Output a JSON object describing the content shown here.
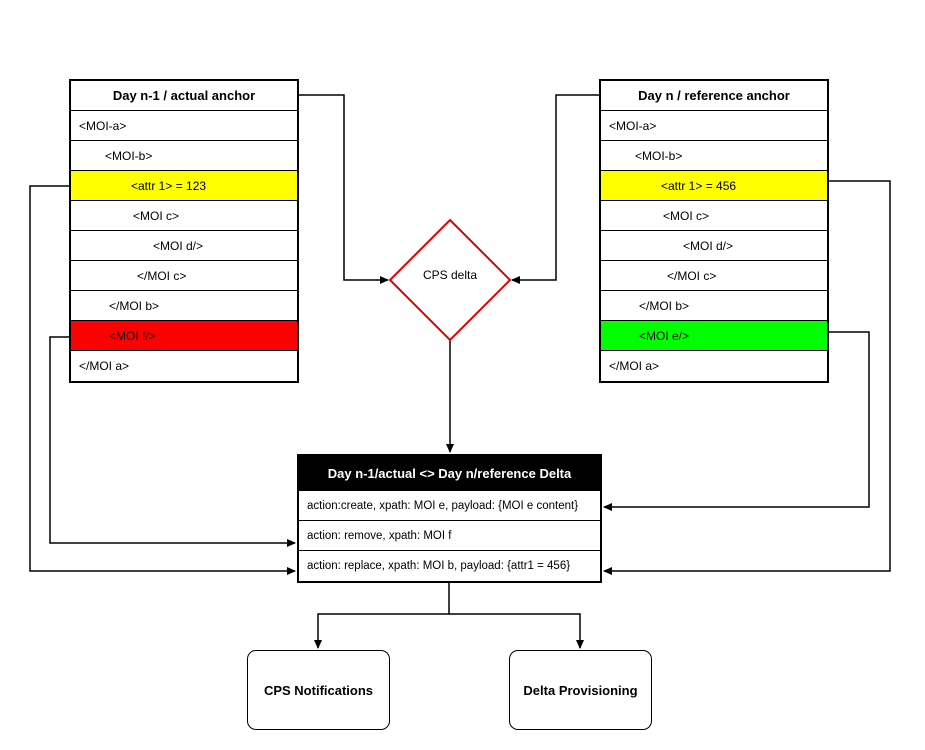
{
  "left_table": {
    "title": "Day n-1 / actual anchor",
    "rows": [
      {
        "text": "<MOI-a>",
        "indent": 8,
        "highlight": ""
      },
      {
        "text": "<MOI-b>",
        "indent": 34,
        "highlight": ""
      },
      {
        "text": "<attr 1> = 123",
        "indent": 60,
        "highlight": "yellow"
      },
      {
        "text": "<MOI c>",
        "indent": 62,
        "highlight": ""
      },
      {
        "text": "<MOI d/>",
        "indent": 82,
        "highlight": ""
      },
      {
        "text": "</MOI c>",
        "indent": 66,
        "highlight": ""
      },
      {
        "text": "</MOI b>",
        "indent": 38,
        "highlight": ""
      },
      {
        "text": "<MOI f/>",
        "indent": 38,
        "highlight": "red"
      },
      {
        "text": "</MOI a>",
        "indent": 8,
        "highlight": ""
      }
    ]
  },
  "right_table": {
    "title": "Day n / reference anchor",
    "rows": [
      {
        "text": "<MOI-a>",
        "indent": 8,
        "highlight": ""
      },
      {
        "text": "<MOI-b>",
        "indent": 34,
        "highlight": ""
      },
      {
        "text": "<attr 1> = 456",
        "indent": 60,
        "highlight": "yellow"
      },
      {
        "text": "<MOI c>",
        "indent": 62,
        "highlight": ""
      },
      {
        "text": "<MOI d/>",
        "indent": 82,
        "highlight": ""
      },
      {
        "text": "</MOI c>",
        "indent": 66,
        "highlight": ""
      },
      {
        "text": "</MOI b>",
        "indent": 38,
        "highlight": ""
      },
      {
        "text": "<MOI e/>",
        "indent": 38,
        "highlight": "green"
      },
      {
        "text": "</MOI a>",
        "indent": 8,
        "highlight": ""
      }
    ]
  },
  "decision": {
    "label": "CPS delta"
  },
  "delta_table": {
    "title": "Day n-1/actual <> Day n/reference Delta",
    "rows": [
      "action:create, xpath: MOI e, payload: {MOI e content}",
      "action: remove, xpath: MOI f",
      "action: replace, xpath: MOI b, payload: {attr1 = 456}"
    ]
  },
  "outputs": {
    "notifications": "CPS Notifications",
    "provisioning": "Delta Provisioning"
  },
  "colors": {
    "highlight_yellow": "#ffff00",
    "highlight_red": "#ff0000",
    "highlight_green": "#00ff00",
    "diamond_stroke": "#e00000"
  }
}
